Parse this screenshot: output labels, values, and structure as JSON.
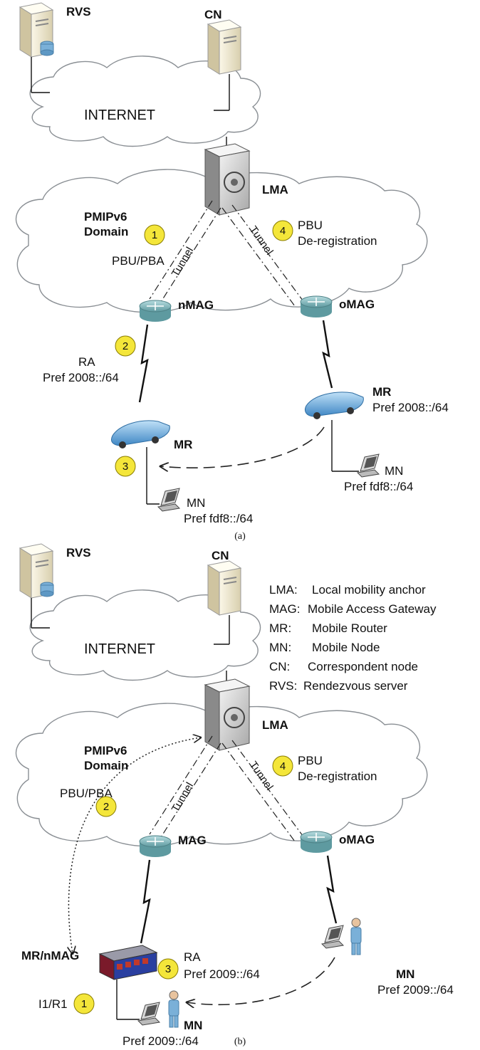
{
  "panel_a": {
    "rvs": "RVS",
    "cn": "CN",
    "internet": "INTERNET",
    "lma": "LMA",
    "domain_line1": "PMIPv6",
    "domain_line2": "Domain",
    "step1_num": "1",
    "step1_text": "PBU/PBA",
    "step4_num": "4",
    "step4_line1": "PBU",
    "step4_line2": "De-registration",
    "tunnel_left": "Tunnel",
    "tunnel_right": "Tunnel",
    "nmag": "nMAG",
    "omag": "oMAG",
    "step2_num": "2",
    "ra_line1": "RA",
    "ra_line2": "Pref 2008::/64",
    "mr_right": "MR",
    "mr_right_pref": "Pref 2008::/64",
    "mr_left": "MR",
    "step3_num": "3",
    "mn_left": "MN",
    "mn_left_pref": "Pref fdf8::/64",
    "mn_right": "MN",
    "mn_right_pref": "Pref fdf8::/64",
    "caption": "(a)"
  },
  "panel_b": {
    "rvs": "RVS",
    "cn": "CN",
    "internet": "INTERNET",
    "lma": "LMA",
    "domain_line1": "PMIPv6",
    "domain_line2": "Domain",
    "step2_text": "PBU/PBA",
    "step2_num": "2",
    "step4_num": "4",
    "step4_line1": "PBU",
    "step4_line2": "De-registration",
    "tunnel_left": "Tunnel",
    "tunnel_right": "Tunnel",
    "mag": "MAG",
    "omag": "oMAG",
    "mr_nmag": "MR/nMAG",
    "step3_num": "3",
    "ra_line1": "RA",
    "ra_line2": "Pref 2009::/64",
    "step1_text": "I1/R1",
    "step1_num": "1",
    "mn_left": "MN",
    "mn_left_pref": "Pref 2009::/64",
    "mn_right": "MN",
    "mn_right_pref": "Pref 2009::/64",
    "caption": "(b)",
    "legend": [
      {
        "key": "LMA:",
        "text": "Local mobility anchor"
      },
      {
        "key": "MAG:",
        "text": "Mobile Access Gateway"
      },
      {
        "key": "MR:",
        "text": "Mobile Router"
      },
      {
        "key": "MN:",
        "text": "Mobile Node"
      },
      {
        "key": "CN:",
        "text": "Correspondent node"
      },
      {
        "key": "RVS:",
        "text": "Rendezvous server"
      }
    ]
  },
  "colors": {
    "badge": "#f4e63a",
    "cloud_stroke": "#8a8f94",
    "router": "#7fb8bd",
    "car": "#6aa6d6",
    "server": "#efe6c8"
  }
}
